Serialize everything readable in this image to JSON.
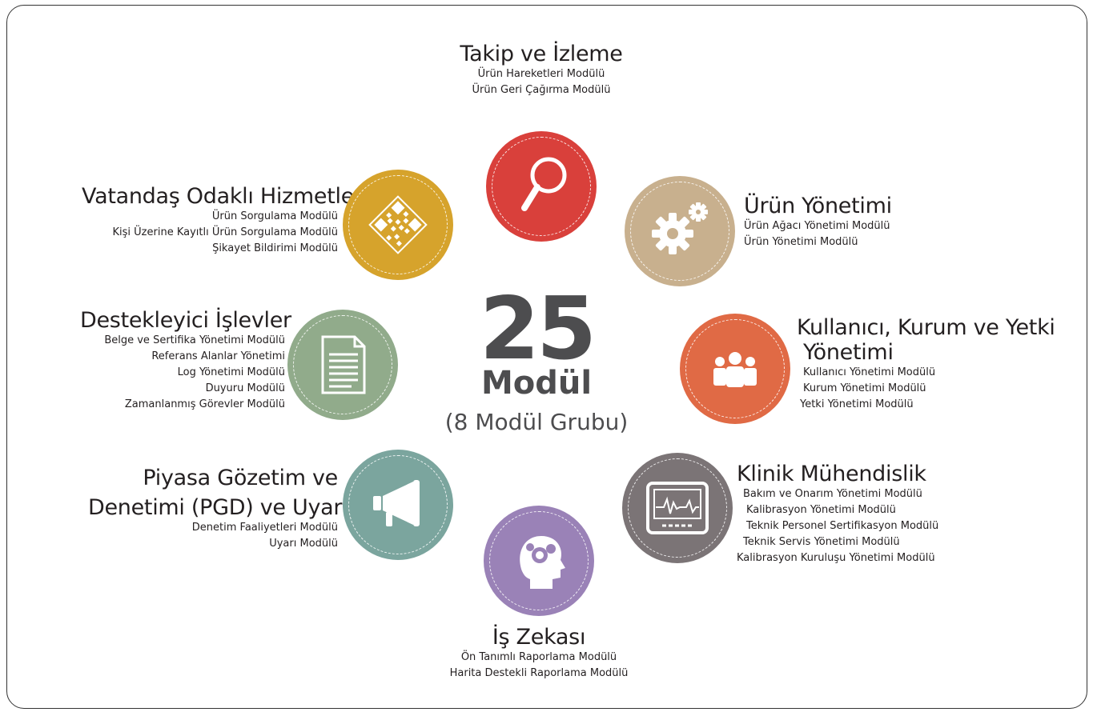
{
  "center": {
    "count": "25",
    "label": "Modül",
    "groups": "(8 Modül Grubu)"
  },
  "colors": {
    "takip": "#d9403b",
    "urun": "#c8b08e",
    "kullanici": "#e06a45",
    "klinik": "#7b7476",
    "is_zekasi": "#9a82b7",
    "piyasa": "#7ba59e",
    "destek": "#91ab8b",
    "vatandas": "#d6a32c"
  },
  "groups": {
    "takip": {
      "title": "Takip ve İzleme",
      "icon": "magnifier-icon",
      "modules": [
        "Ürün Hareketleri Modülü",
        "Ürün Geri Çağırma Modülü"
      ]
    },
    "urun": {
      "title": "Ürün Yönetimi",
      "icon": "gears-icon",
      "modules": [
        "Ürün Ağacı Yönetimi Modülü",
        "Ürün Yönetimi Modülü"
      ]
    },
    "kullanici": {
      "title_line1": "Kullanıcı, Kurum ve Yetki",
      "title_line2": "Yönetimi",
      "icon": "people-icon",
      "modules": [
        "Kullanıcı Yönetimi Modülü",
        "Kurum Yönetimi Modülü",
        "Yetki Yönetimi Modülü"
      ]
    },
    "klinik": {
      "title": "Klinik Mühendislik",
      "icon": "monitor-icon",
      "modules": [
        "Bakım ve Onarım Yönetimi Modülü",
        "Kalibrasyon Yönetimi Modülü",
        "Teknik Personel Sertifikasyon Modülü",
        "Teknik Servis Yönetimi Modülü",
        "Kalibrasyon Kuruluşu Yönetimi Modülü"
      ]
    },
    "is_zekasi": {
      "title": "İş Zekası",
      "icon": "brain-head-icon",
      "modules": [
        "Ön Tanımlı Raporlama Modülü",
        "Harita Destekli Raporlama Modülü"
      ]
    },
    "piyasa": {
      "title_line1": "Piyasa Gözetim ve",
      "title_line2": "Denetimi (PGD) ve Uyarı",
      "icon": "megaphone-icon",
      "modules": [
        "Denetim Faaliyetleri Modülü",
        "Uyarı Modülü"
      ]
    },
    "destek": {
      "title": "Destekleyici İşlevler",
      "icon": "document-icon",
      "modules": [
        "Belge ve Sertifika Yönetimi Modülü",
        "Referans Alanlar Yönetimi",
        "Log Yönetimi Modülü",
        "Duyuru Modülü",
        "Zamanlanmış Görevler Modülü"
      ]
    },
    "vatandas": {
      "title": "Vatandaş Odaklı Hizmetler",
      "icon": "qr-code-icon",
      "modules": [
        "Ürün Sorgulama Modülü",
        "Kişi Üzerine Kayıtlı Ürün Sorgulama Modülü",
        "Şikayet Bildirimi Modülü"
      ]
    }
  }
}
